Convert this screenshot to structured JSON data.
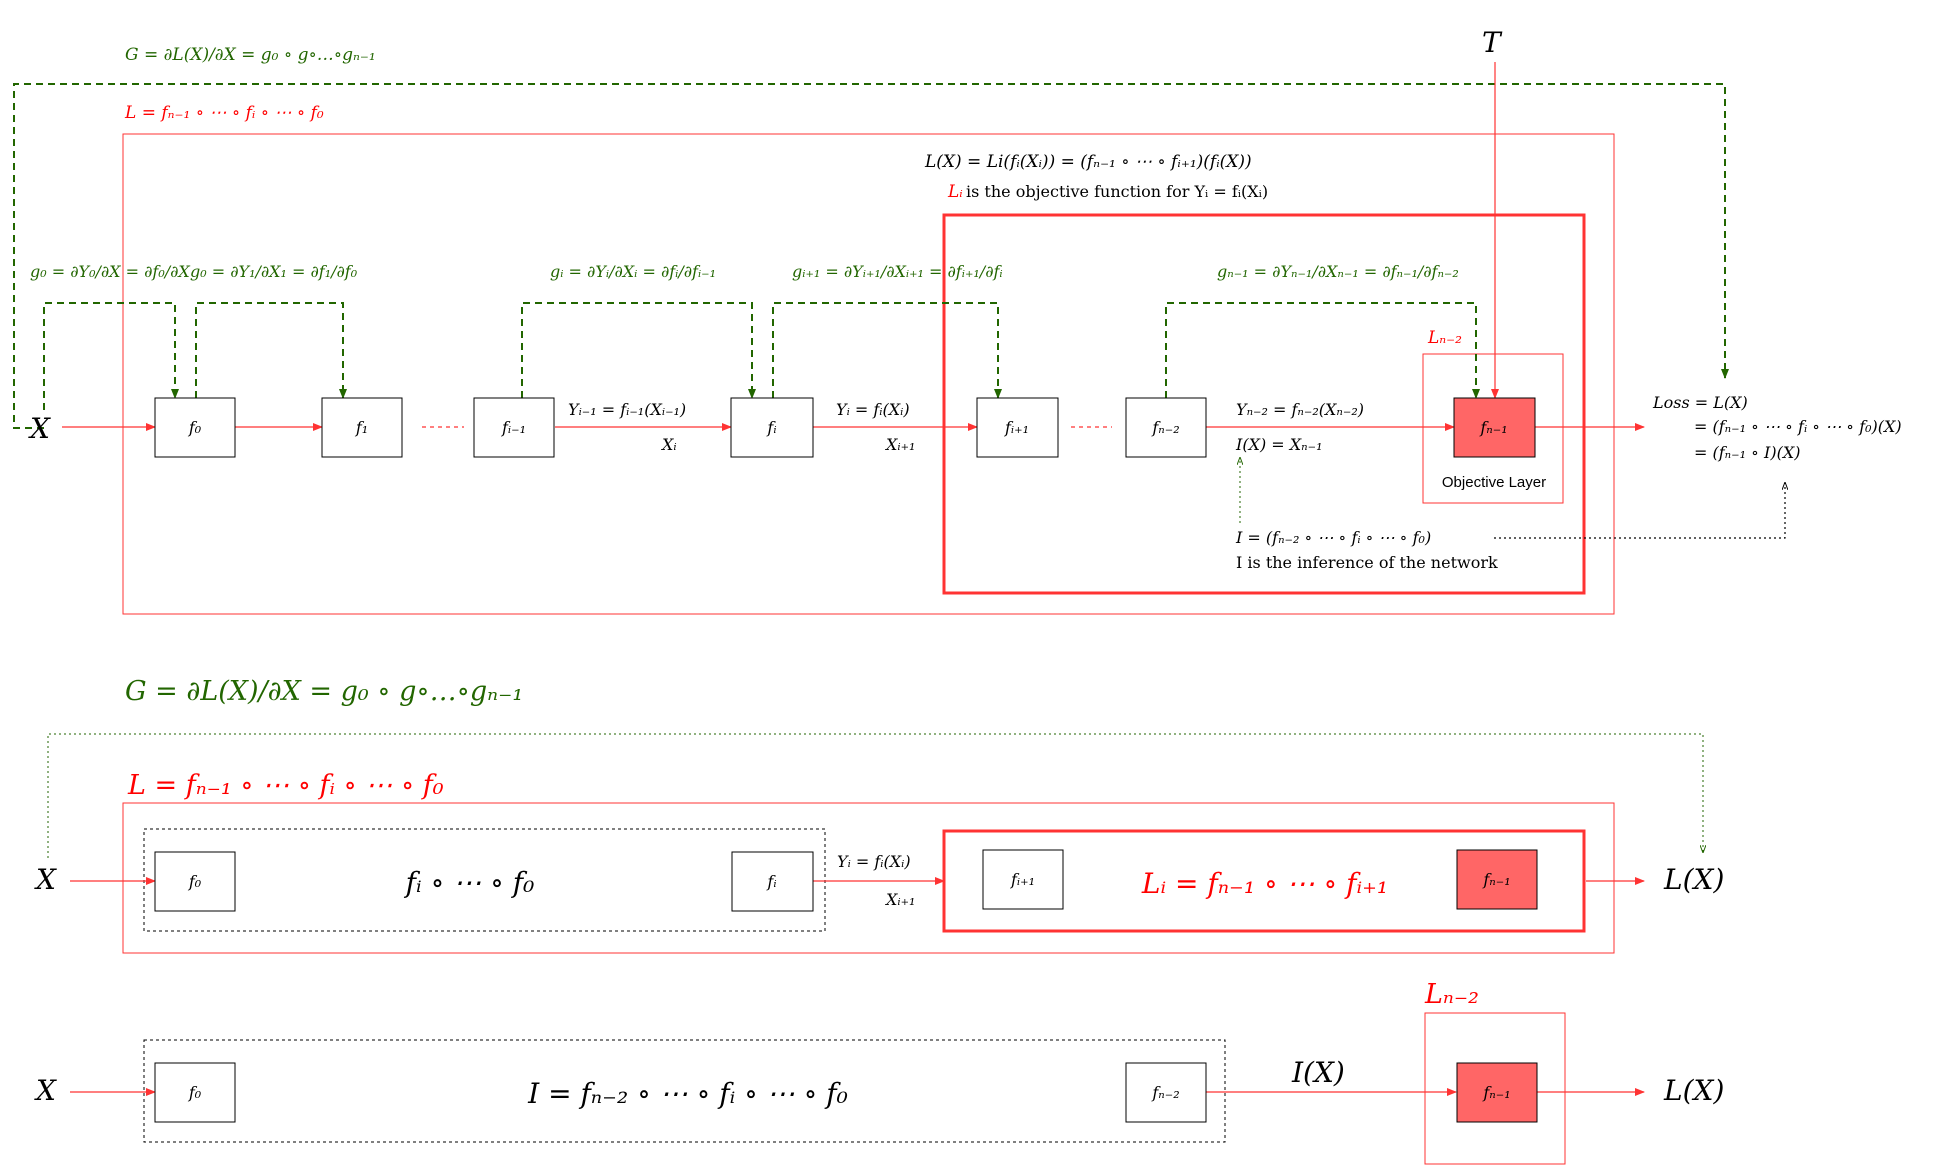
{
  "colors": {
    "red": "#ff3333",
    "darkred": "#ff0000",
    "green": "#226600",
    "objective_fill": "#ff6666",
    "black": "#000000"
  },
  "top": {
    "grad_G": "G = ∂L(X)/∂X = g₀ ∘ g∘…∘gₙ₋₁",
    "loss_L": "L  = fₙ₋₁ ∘ ⋯ ∘ fᵢ ∘ ⋯ ∘ f₀",
    "T_label": "T",
    "X_label": "X",
    "LX_eq": "L(X) = Li(fᵢ(Xᵢ)) = (fₙ₋₁ ∘ ⋯ ∘ fᵢ₊₁)(fᵢ(X))",
    "Li_label": "Lᵢ",
    "Li_desc": " is the objective function for Yᵢ = fᵢ(Xᵢ)",
    "Ln2_label": "Lₙ₋₂",
    "g_labels": [
      "g₀ = ∂Y₀/∂X = ∂f₀/∂X",
      "g₀ = ∂Y₁/∂X₁ = ∂f₁/∂f₀",
      "gᵢ = ∂Yᵢ/∂Xᵢ = ∂fᵢ/∂fᵢ₋₁",
      "gᵢ₊₁ = ∂Yᵢ₊₁/∂Xᵢ₊₁ = ∂fᵢ₊₁/∂fᵢ",
      "gₙ₋₁ = ∂Yₙ₋₁/∂Xₙ₋₁ = ∂fₙ₋₁/∂fₙ₋₂"
    ],
    "boxes": [
      "f₀",
      "f₁",
      "fᵢ₋₁",
      "fᵢ",
      "fᵢ₊₁",
      "fₙ₋₂",
      "fₙ₋₁"
    ],
    "edge_labels": {
      "y_im1": "Yᵢ₋₁ = fᵢ₋₁(Xᵢ₋₁)",
      "x_i": "Xᵢ",
      "y_i": "Yᵢ = fᵢ(Xᵢ)",
      "x_ip1": "Xᵢ₊₁",
      "y_nm2": "Yₙ₋₂ = fₙ₋₂(Xₙ₋₂)",
      "ix": "I(X) = Xₙ₋₁"
    },
    "objective_layer": "Objective Layer",
    "I_def": "I = (fₙ₋₂ ∘ ⋯ ∘ fᵢ ∘ ⋯ ∘ f₀)",
    "I_desc": "I is the inference of the network",
    "loss_lines": [
      "Loss = L(X)",
      "= (fₙ₋₁ ∘ ⋯ ∘ fᵢ ∘ ⋯ ∘ f₀)(X)",
      "= (fₙ₋₁ ∘ I)(X)"
    ]
  },
  "middle": {
    "grad_G": "G = ∂L(X)/∂X = g₀ ∘ g∘…∘gₙ₋₁",
    "loss_L": "L = fₙ₋₁ ∘ ⋯ ∘ fᵢ ∘ ⋯ ∘ f₀",
    "X_label": "X",
    "box_f0": "f₀",
    "compose": "fᵢ ∘ ⋯ ∘ f₀",
    "box_fi": "fᵢ",
    "y_i": "Yᵢ = fᵢ(Xᵢ)",
    "x_ip1": "Xᵢ₊₁",
    "box_fip1": "fᵢ₊₁",
    "Li_eq": "Lᵢ = fₙ₋₁ ∘ ⋯ ∘ fᵢ₊₁",
    "box_fn1": "fₙ₋₁",
    "LX": "L(X)"
  },
  "bottom": {
    "X_label": "X",
    "box_f0": "f₀",
    "I_eq": "I = fₙ₋₂ ∘ ⋯ ∘ fᵢ ∘ ⋯ ∘ f₀",
    "box_fn2": "fₙ₋₂",
    "IX": "I(X)",
    "Ln2_label": "Lₙ₋₂",
    "box_fn1": "fₙ₋₁",
    "LX": "L(X)"
  }
}
